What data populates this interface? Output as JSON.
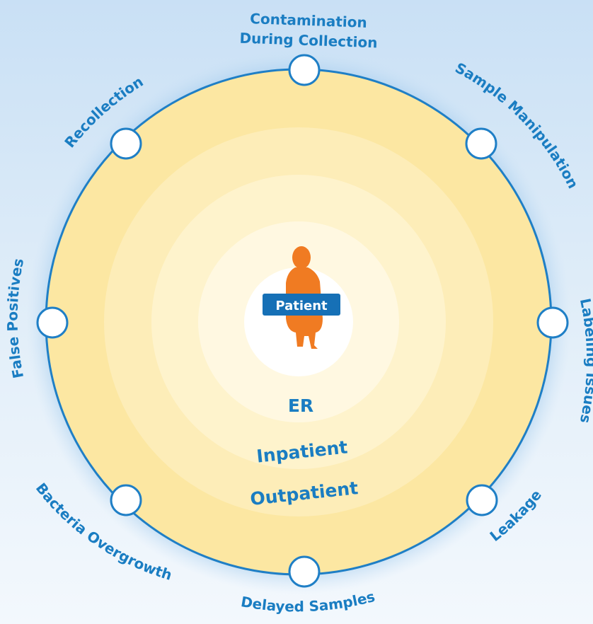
{
  "center": {
    "label": "Patient"
  },
  "rings": {
    "inner": "ER",
    "middle": "Inpatient",
    "outer": "Outpatient"
  },
  "issues": {
    "top": [
      "Contamination",
      "During Collection"
    ],
    "top_right": "Sample Manipulation",
    "right": "Labeling Issues",
    "bottom_right": "Leakage",
    "bottom": "Delayed Samples",
    "bottom_left": "Bacteria Overgrowth",
    "left": "False Positives",
    "top_left": "Recollection"
  },
  "colors": {
    "accent": "#1a7dc2",
    "patient": "#f07b22",
    "ring_outer": "#fde9a6",
    "glow": "#8ec4ec"
  }
}
